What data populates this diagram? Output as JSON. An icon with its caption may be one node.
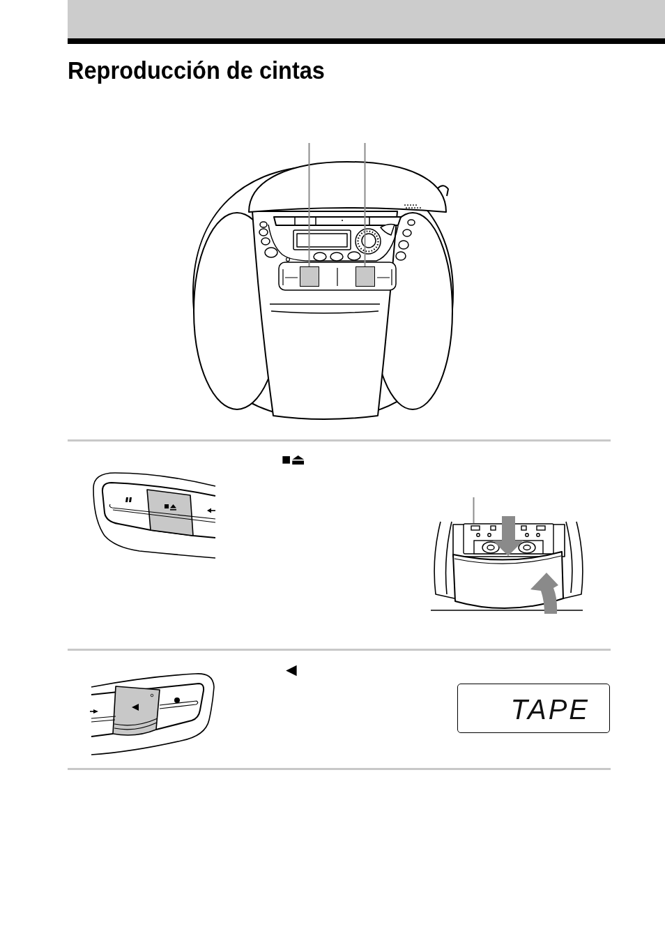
{
  "diagram": {
    "title": "Reproducción de cintas",
    "nodes": [
      {
        "text": [],
        "shape": "box"
      },
      {
        "text": [],
        "shape": "box"
      },
      {
        "text": [],
        "shape": "picture"
      }
    ],
    "edges": [
      {
        "from": null,
        "to": 0,
        "arrow": "none"
      },
      {
        "from": null,
        "to": 1,
        "arrow": "none"
      },
      {
        "from": null,
        "to": 2,
        "arrow": "none"
      }
    ],
    "labels": [
      "■⏏",
      "◄",
      "TAPE"
    ]
  }
}
